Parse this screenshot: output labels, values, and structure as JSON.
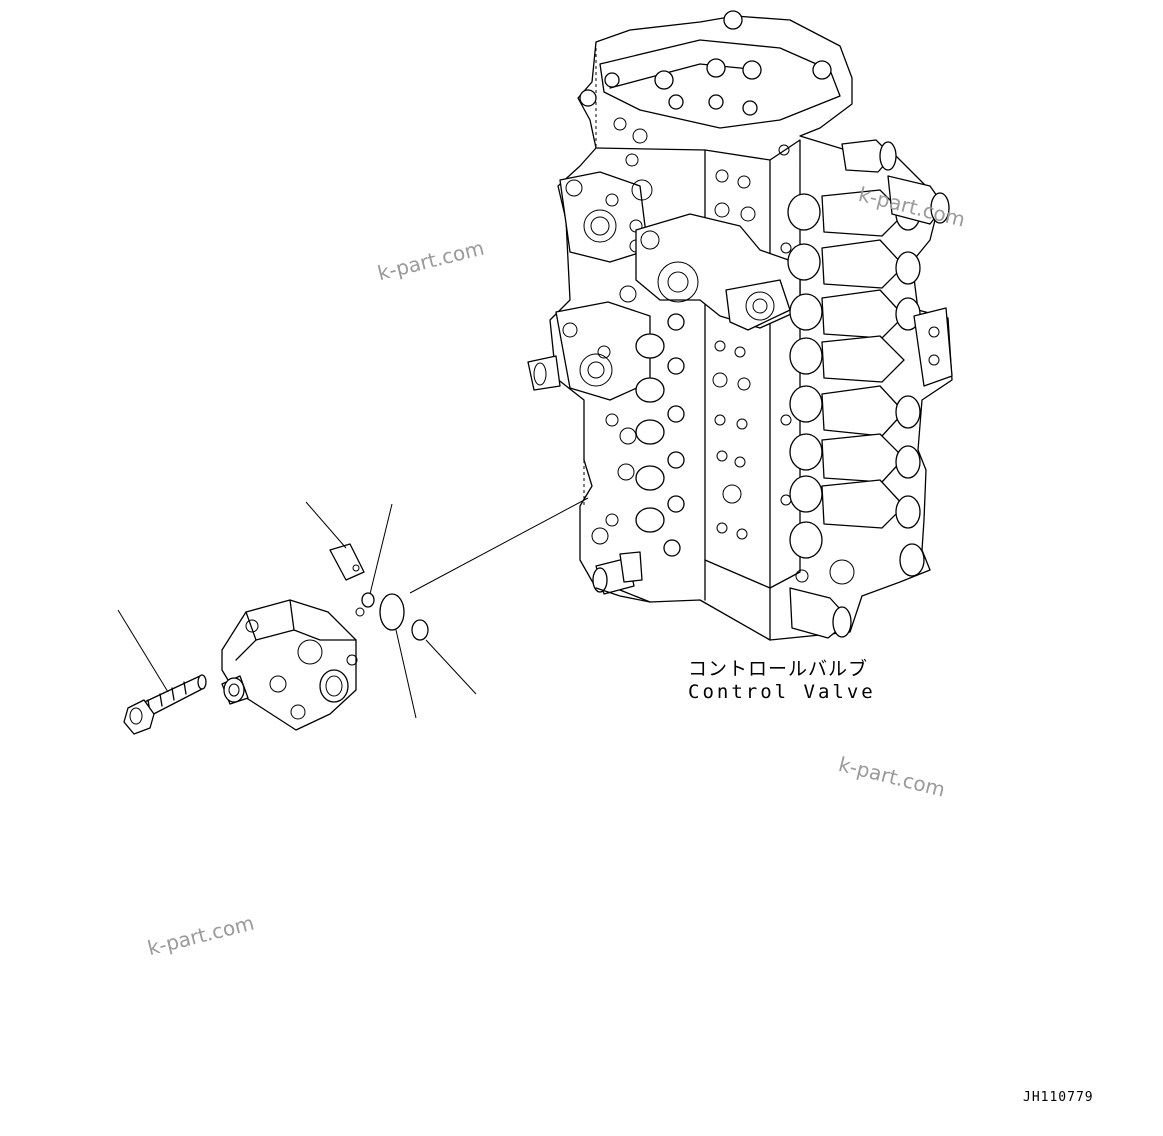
{
  "diagram": {
    "part_label_jp": "コントロールバルブ",
    "part_label_en": "Control Valve",
    "watermarks": [
      "k-part.com",
      "k-part.com",
      "k-part.com",
      "k-part.com"
    ],
    "doc_id": "JH110779"
  }
}
